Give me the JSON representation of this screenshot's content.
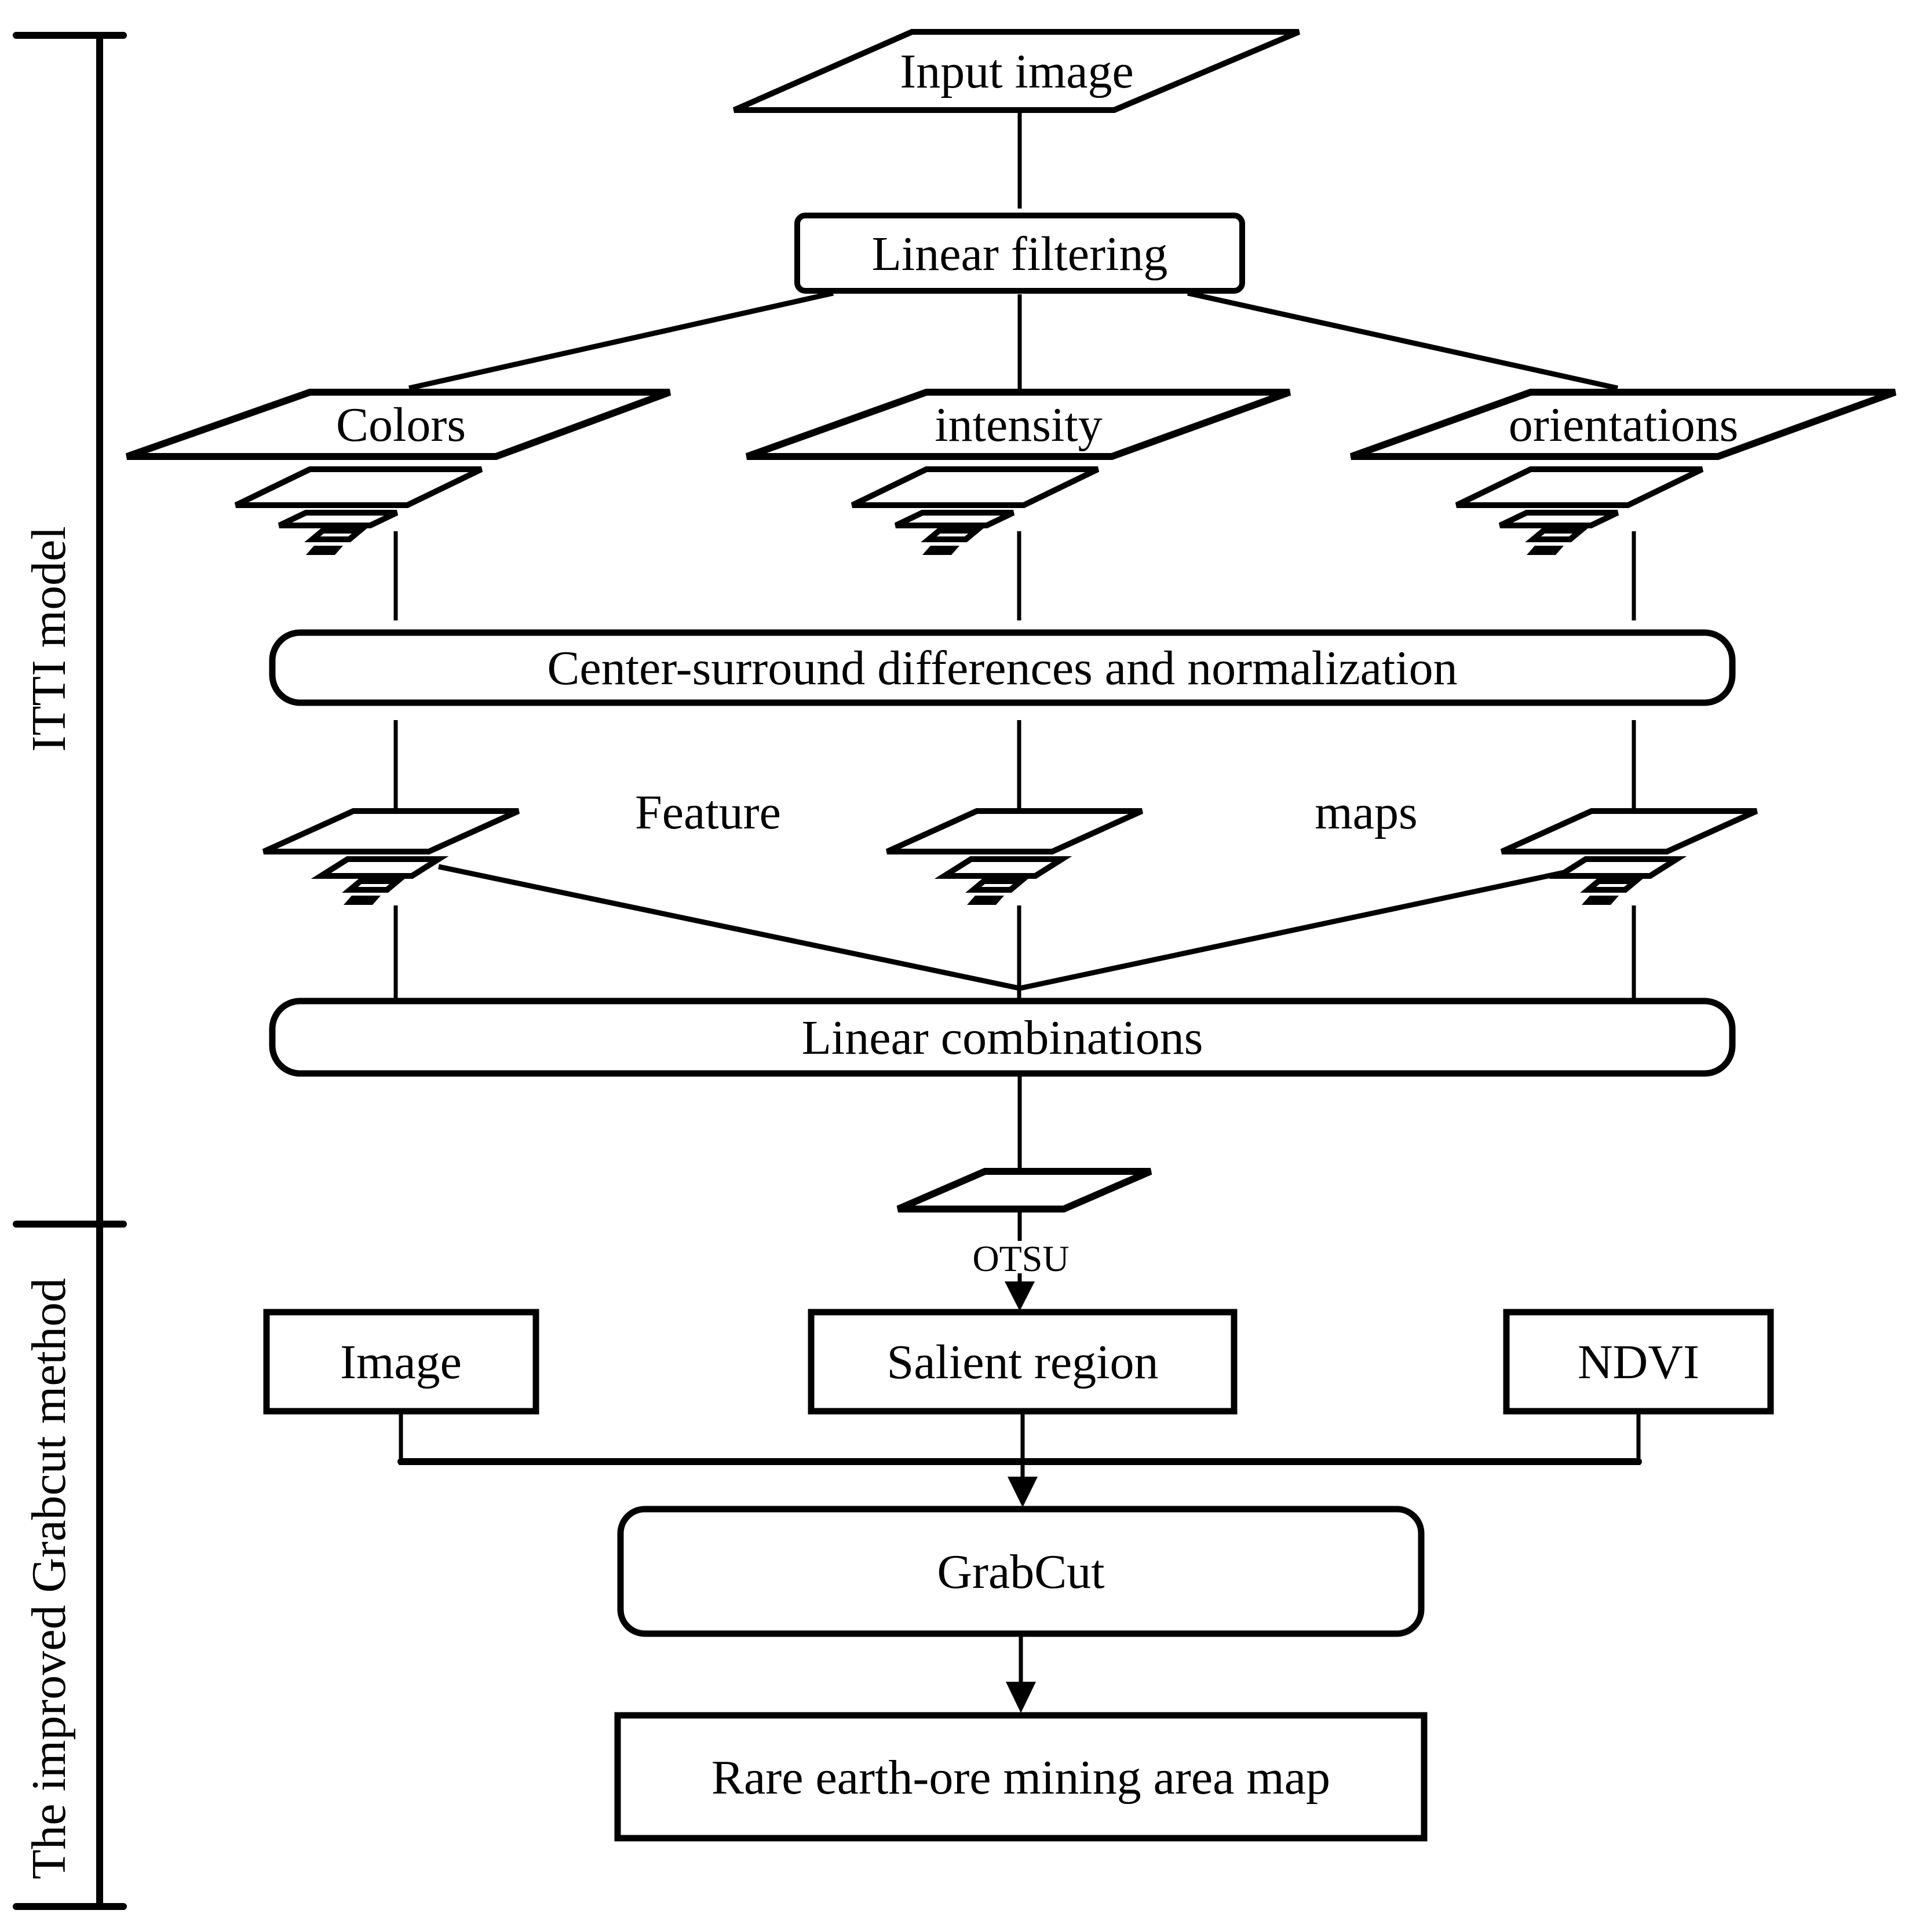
{
  "figure": {
    "background_color": "#ffffff",
    "ink_color": "#000000",
    "sections": [
      {
        "label": "ITTI model"
      },
      {
        "label": "The improved Grabcut method"
      }
    ],
    "labels": {
      "input_image": "Input image",
      "linear_filtering": "Linear filtering",
      "colors": "Colors",
      "intensity": "intensity",
      "orientations": "orientations",
      "center_surround": "Center-surround differences and normalization",
      "feature": "Feature",
      "maps": "maps",
      "linear_combinations": "Linear combinations",
      "otsu": "OTSU",
      "image": "Image",
      "salient_region": "Salient region",
      "ndvi": "NDVI",
      "grabcut": "GrabCut",
      "rare_earth_map": "Rare earth-ore mining area map"
    }
  }
}
